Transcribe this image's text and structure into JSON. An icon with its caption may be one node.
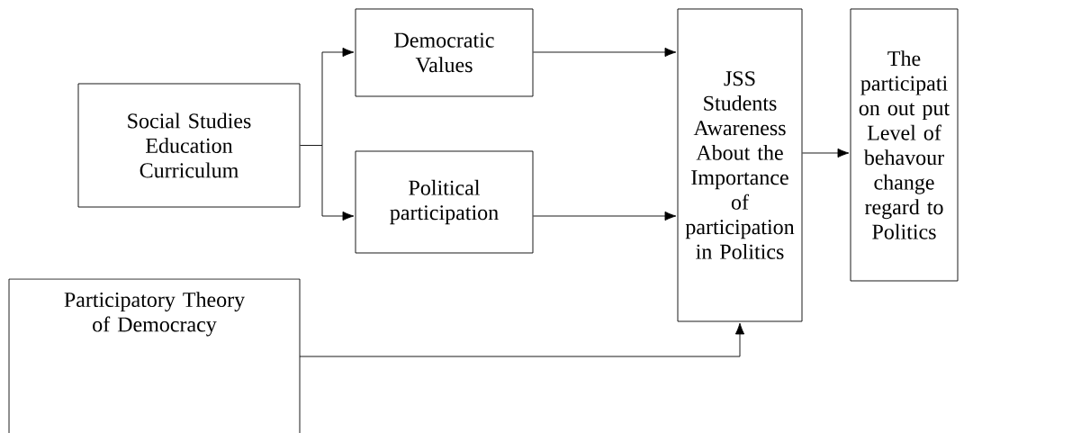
{
  "diagram": {
    "nodes": [
      {
        "text": [
          "Social Studies Education Curriculum"
        ]
      },
      {
        "text": [
          "Democratic Values"
        ]
      },
      {
        "text": [
          "Political participation"
        ]
      },
      {
        "text": [
          "JSS Students Awareness About the Importance of participation in Politics"
        ]
      },
      {
        "text": [
          "The participati on out put Level of behavour change regard to Politics"
        ]
      },
      {
        "text": [
          "Participatory Theory of Democracy"
        ]
      }
    ],
    "edges": [
      {
        "from": 0,
        "to": 1,
        "arrow": "to"
      },
      {
        "from": 0,
        "to": 2,
        "arrow": "to"
      },
      {
        "from": 1,
        "to": 3,
        "arrow": "to"
      },
      {
        "from": 2,
        "to": 3,
        "arrow": "to"
      },
      {
        "from": 3,
        "to": 4,
        "arrow": "to"
      },
      {
        "from": 5,
        "to": 3,
        "arrow": "to"
      }
    ]
  }
}
